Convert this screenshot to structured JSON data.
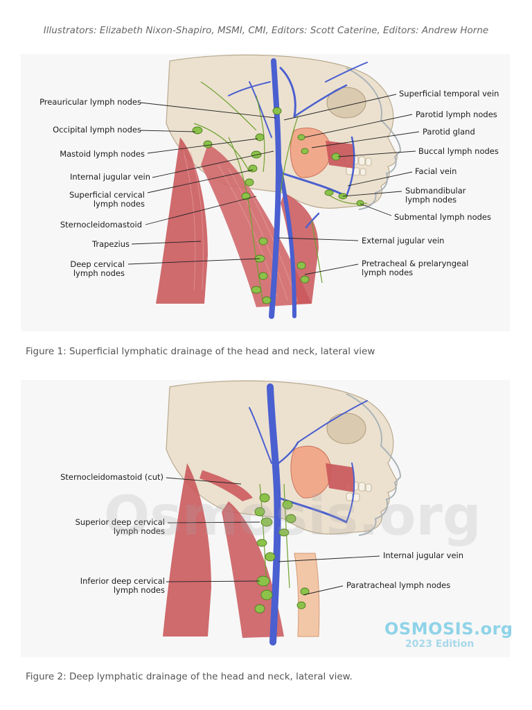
{
  "credits": "Illustrators: Elizabeth Nixon-Shapiro, MSMI, CMI, Editors: Scott Caterine, Editors: Andrew Horne",
  "figure1": {
    "caption": "Figure 1: Superficial lymphatic drainage of the head and neck, lateral view",
    "labels": {
      "preauricular": "Preauricular lymph nodes",
      "occipital": "Occipital lymph nodes",
      "mastoid": "Mastoid lymph nodes",
      "internal_jugular": "Internal jugular vein",
      "superficial_cervical_1": "Superficial cervical",
      "superficial_cervical_2": "lymph nodes",
      "scm": "Sternocleidomastoid",
      "trapezius": "Trapezius",
      "deep_cervical_1": "Deep cervical",
      "deep_cervical_2": "lymph nodes",
      "superficial_temporal": "Superficial temporal vein",
      "parotid_nodes": "Parotid lymph nodes",
      "parotid_gland": "Parotid gland",
      "buccal": "Buccal lymph nodes",
      "facial_vein": "Facial vein",
      "submandibular_1": "Submandibular",
      "submandibular_2": "lymph nodes",
      "submental": "Submental lymph nodes",
      "external_jugular": "External jugular vein",
      "pretracheal_1": "Pretracheal & prelaryngeal",
      "pretracheal_2": "lymph nodes"
    }
  },
  "figure2": {
    "caption": "Figure 2: Deep lymphatic drainage of the head and neck, lateral view.",
    "labels": {
      "scm_cut": "Sternocleidomastoid (cut)",
      "sup_deep_1": "Superior deep cervical",
      "sup_deep_2": "lymph nodes",
      "inf_deep_1": "Inferior deep cervical",
      "inf_deep_2": "lymph nodes",
      "internal_jugular": "Internal jugular vein",
      "paratracheal": "Paratracheal lymph nodes"
    }
  },
  "brand": {
    "name": "OSMOSIS.org",
    "edition": "2023 Edition"
  },
  "watermark": "Osmosis.org",
  "colors": {
    "muscle": "#c9565a",
    "vein": "#4a5fd0",
    "node": "#7cb83c",
    "bone": "#e9dcc6",
    "gland": "#f1a98c"
  }
}
